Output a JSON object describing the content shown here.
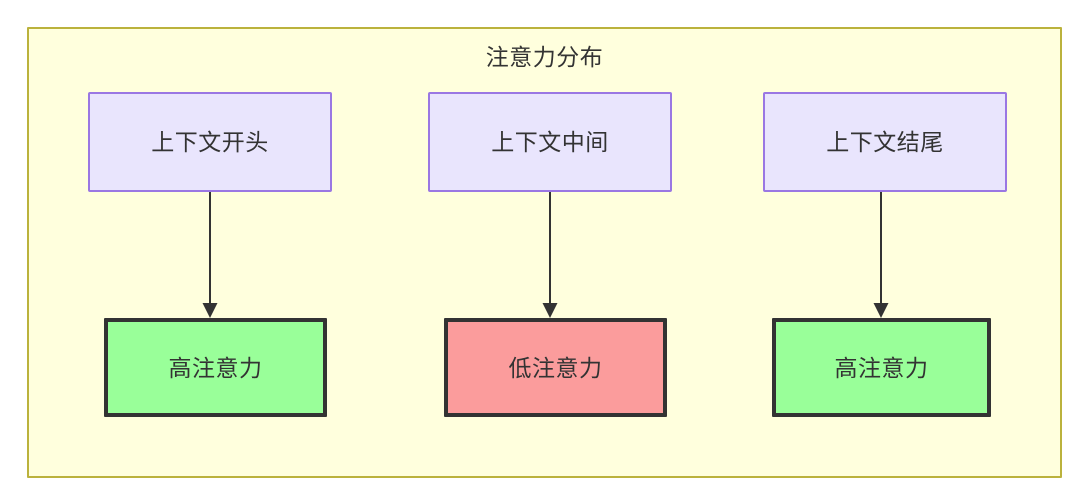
{
  "diagram": {
    "type": "flowchart",
    "title": "注意力分布",
    "background_color": "#ffffff",
    "container": {
      "name": "attention-distribution-subgraph",
      "label": "注意力分布",
      "fill_color": "#ffffdd",
      "border_color": "#bbb23c"
    },
    "columns": [
      {
        "id": "col-start",
        "source": {
          "id": "ctx-start",
          "label": "上下文开头",
          "fill_color": "#e9e5fd",
          "border_color": "#9a77e3",
          "text_color": "#333333"
        },
        "target": {
          "id": "attn-high-start",
          "label": "高注意力",
          "fill_color": "#99ff99",
          "border_color": "#333333",
          "text_color": "#333333"
        },
        "edge": {
          "id": "edge-start",
          "label": "",
          "arrow": "filled-triangle",
          "color": "#333333"
        }
      },
      {
        "id": "col-middle",
        "source": {
          "id": "ctx-middle",
          "label": "上下文中间",
          "fill_color": "#e9e5fd",
          "border_color": "#9a77e3",
          "text_color": "#333333"
        },
        "target": {
          "id": "attn-low-mid",
          "label": "低注意力",
          "fill_color": "#fb9c9c",
          "border_color": "#333333",
          "text_color": "#333333"
        },
        "edge": {
          "id": "edge-middle",
          "label": "",
          "arrow": "filled-triangle",
          "color": "#333333"
        }
      },
      {
        "id": "col-end",
        "source": {
          "id": "ctx-end",
          "label": "上下文结尾",
          "fill_color": "#e9e5fd",
          "border_color": "#9a77e3",
          "text_color": "#333333"
        },
        "target": {
          "id": "attn-high-end",
          "label": "高注意力",
          "fill_color": "#99ff99",
          "border_color": "#333333",
          "text_color": "#333333"
        },
        "edge": {
          "id": "edge-end",
          "label": "",
          "arrow": "filled-triangle",
          "color": "#333333"
        }
      }
    ]
  }
}
